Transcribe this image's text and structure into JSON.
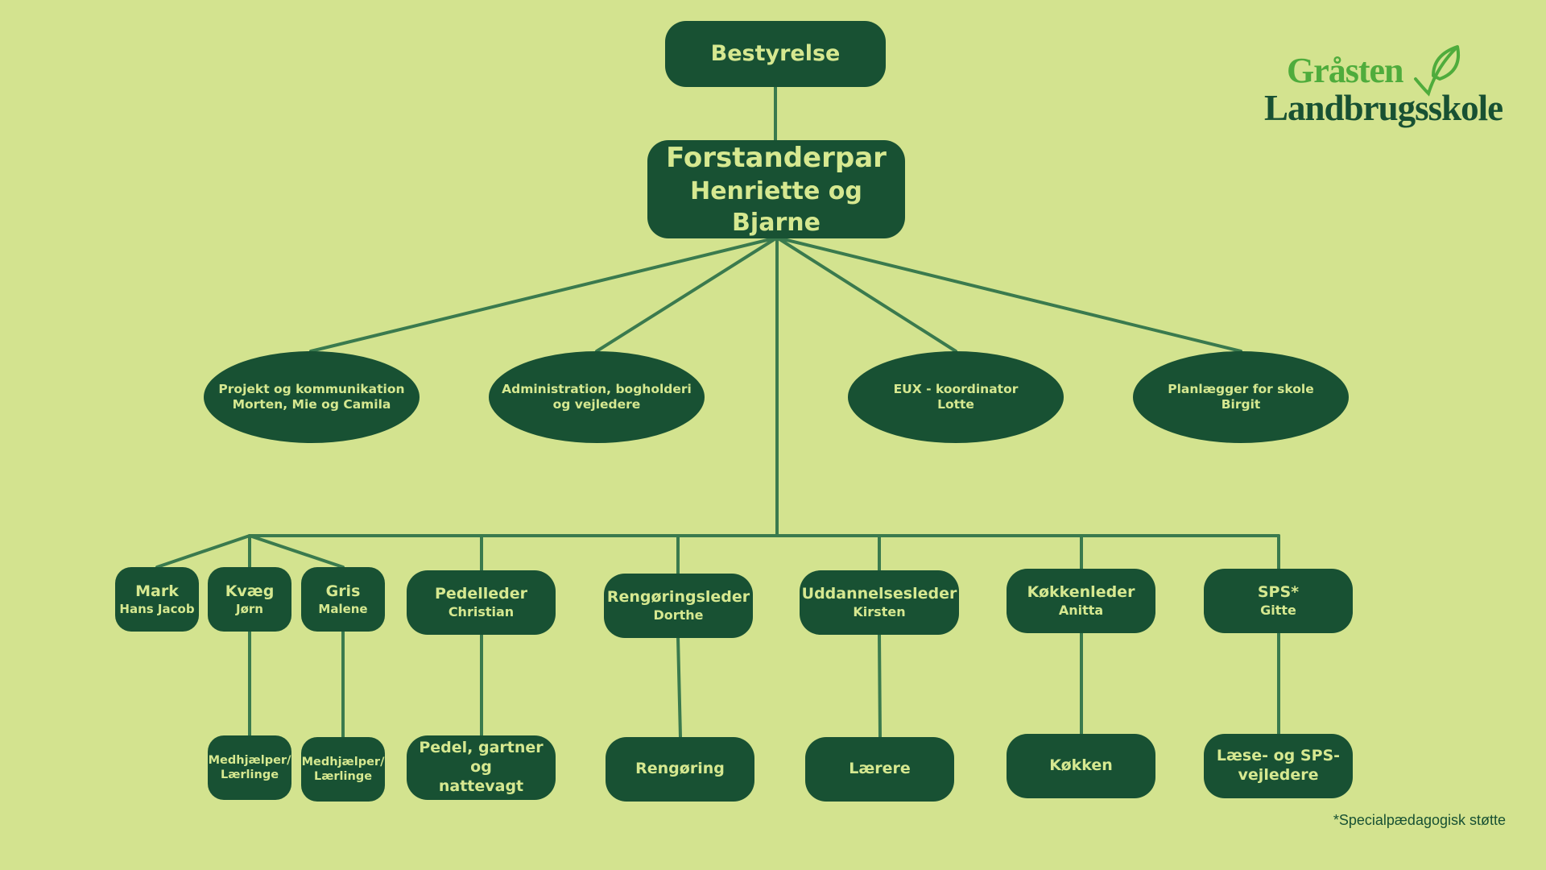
{
  "colors": {
    "background": "#d3e38f",
    "node": "#185133",
    "node_text": "#d6e890",
    "connector": "#3a7a4e"
  },
  "logo": {
    "line1": "Gråsten",
    "line2": "Landbrugsskole"
  },
  "board": {
    "title": "Bestyrelse"
  },
  "leaders": {
    "title": "Forstanderpar",
    "names": "Henriette og Bjarne"
  },
  "staff": [
    {
      "title": "Projekt og kommunikation",
      "names": "Morten, Mie og Camila"
    },
    {
      "title": "Administration, bogholderi",
      "names": "og vejledere"
    },
    {
      "title": "EUX - koordinator",
      "names": "Lotte"
    },
    {
      "title": "Planlægger for skole",
      "names": "Birgit"
    }
  ],
  "farm": [
    {
      "title": "Mark",
      "name": "Hans Jacob"
    },
    {
      "title": "Kvæg",
      "name": "Jørn"
    },
    {
      "title": "Gris",
      "name": "Malene"
    }
  ],
  "departments": [
    {
      "title": "Pedelleder",
      "name": "Christian"
    },
    {
      "title": "Rengøringsleder",
      "name": "Dorthe"
    },
    {
      "title": "Uddannelsesleder",
      "name": "Kirsten"
    },
    {
      "title": "Køkkenleder",
      "name": "Anitta"
    },
    {
      "title": "SPS*",
      "name": "Gitte"
    }
  ],
  "teams": {
    "kvaeg_helpers": {
      "line1": "Medhjælper/",
      "line2": "Lærlinge"
    },
    "gris_helpers": {
      "line1": "Medhjælper/",
      "line2": "Lærlinge"
    },
    "pedel": {
      "line1": "Pedel, gartner og",
      "line2": "nattevagt"
    },
    "rengoering": {
      "line1": "Rengøring"
    },
    "laerere": {
      "line1": "Lærere"
    },
    "koekken": {
      "line1": "Køkken"
    },
    "sps": {
      "line1": "Læse- og SPS-",
      "line2": "vejledere"
    }
  },
  "footnote": "*Specialpædagogisk støtte"
}
